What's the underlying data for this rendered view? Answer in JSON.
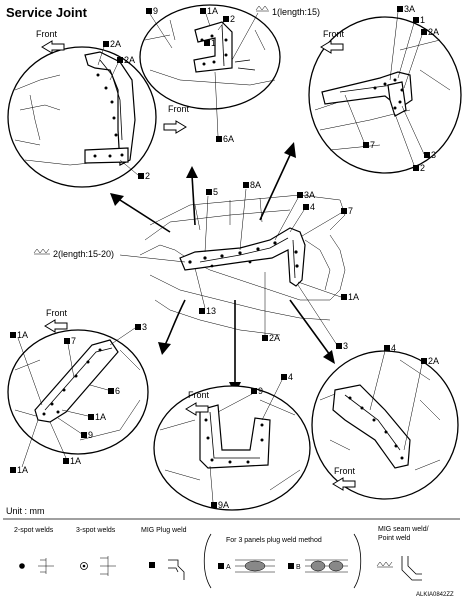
{
  "title": "Service Joint",
  "front_label": "Front",
  "unit": "Unit : mm",
  "figure_code": "ALKIA0842ZZ",
  "center_labels": {
    "l5": "5",
    "l8a": "8A",
    "l3a": "3A",
    "l4": "4",
    "l7": "7",
    "l1a": "1A",
    "l13": "13",
    "l2a": "2A",
    "l3": "3",
    "seam": "2(length:15-20)"
  },
  "top_left": {
    "labels": [
      "2A",
      "2A",
      "2"
    ]
  },
  "top_center": {
    "labels": [
      "9",
      "1A",
      "2",
      "1",
      "6A"
    ],
    "seam": "1(length:15)"
  },
  "top_right": {
    "labels": [
      "3A",
      "1",
      "2A",
      "7",
      "3",
      "2"
    ]
  },
  "bottom_left": {
    "labels": [
      "1A",
      "7",
      "3",
      "6",
      "1A",
      "9",
      "1A",
      "1A"
    ]
  },
  "bottom_center": {
    "labels": [
      "4",
      "9",
      "9A"
    ]
  },
  "bottom_right": {
    "labels": [
      "4",
      "2A"
    ]
  },
  "legend": {
    "spot2": "2-spot welds",
    "spot3": "3-spot welds",
    "mig_plug": "MIG Plug weld",
    "panels3": "For 3 panels plug weld method",
    "method_a": "A",
    "method_b": "B",
    "mig_seam_1": "MIG seam weld/",
    "mig_seam_2": "Point weld"
  }
}
